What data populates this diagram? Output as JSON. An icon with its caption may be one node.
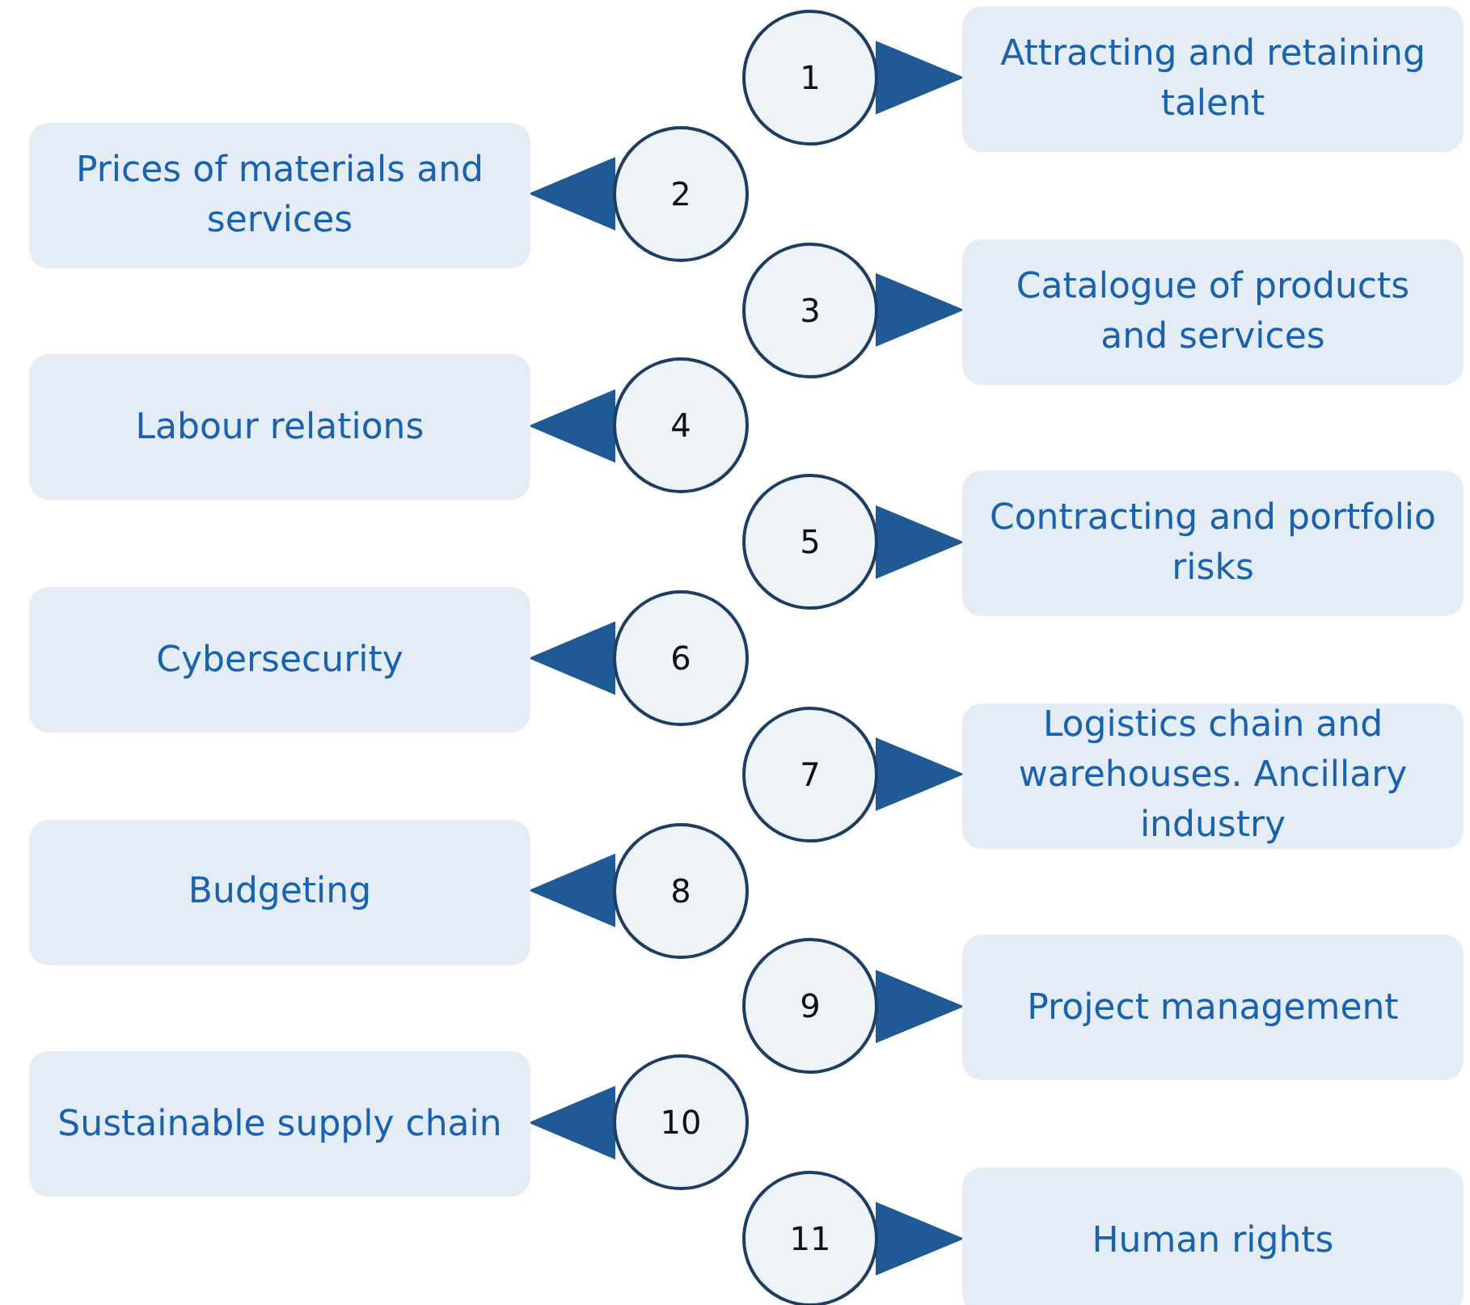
{
  "diagram": {
    "nodes": [
      {
        "text": [
          "1"
        ]
      },
      {
        "text": [
          "Attracting and retaining talent"
        ]
      },
      {
        "text": [
          "2"
        ]
      },
      {
        "text": [
          "Prices of materials and services"
        ]
      },
      {
        "text": [
          "3"
        ]
      },
      {
        "text": [
          "Catalogue of products and services"
        ]
      },
      {
        "text": [
          "4"
        ]
      },
      {
        "text": [
          "Labour relations"
        ]
      },
      {
        "text": [
          "5"
        ]
      },
      {
        "text": [
          "Contracting and portfolio risks"
        ]
      },
      {
        "text": [
          "6"
        ]
      },
      {
        "text": [
          "Cybersecurity"
        ]
      },
      {
        "text": [
          "7"
        ]
      },
      {
        "text": [
          "Logistics chain and warehouses. Ancillary industry"
        ]
      },
      {
        "text": [
          "8"
        ]
      },
      {
        "text": [
          "Budgeting"
        ]
      },
      {
        "text": [
          "9"
        ]
      },
      {
        "text": [
          "Project management"
        ]
      },
      {
        "text": [
          "10"
        ]
      },
      {
        "text": [
          "Sustainable supply chain"
        ]
      },
      {
        "text": [
          "11"
        ]
      },
      {
        "text": [
          "Human rights"
        ]
      }
    ],
    "edges": [
      {
        "from": 0,
        "to": 1,
        "arrow": "to"
      },
      {
        "from": 2,
        "to": 3,
        "arrow": "to"
      },
      {
        "from": 4,
        "to": 5,
        "arrow": "to"
      },
      {
        "from": 6,
        "to": 7,
        "arrow": "to"
      },
      {
        "from": 8,
        "to": 9,
        "arrow": "to"
      },
      {
        "from": 10,
        "to": 11,
        "arrow": "to"
      },
      {
        "from": 12,
        "to": 13,
        "arrow": "to"
      },
      {
        "from": 14,
        "to": 15,
        "arrow": "to"
      },
      {
        "from": 16,
        "to": 17,
        "arrow": "to"
      },
      {
        "from": 18,
        "to": 19,
        "arrow": "to"
      },
      {
        "from": 20,
        "to": 21,
        "arrow": "to"
      }
    ]
  }
}
